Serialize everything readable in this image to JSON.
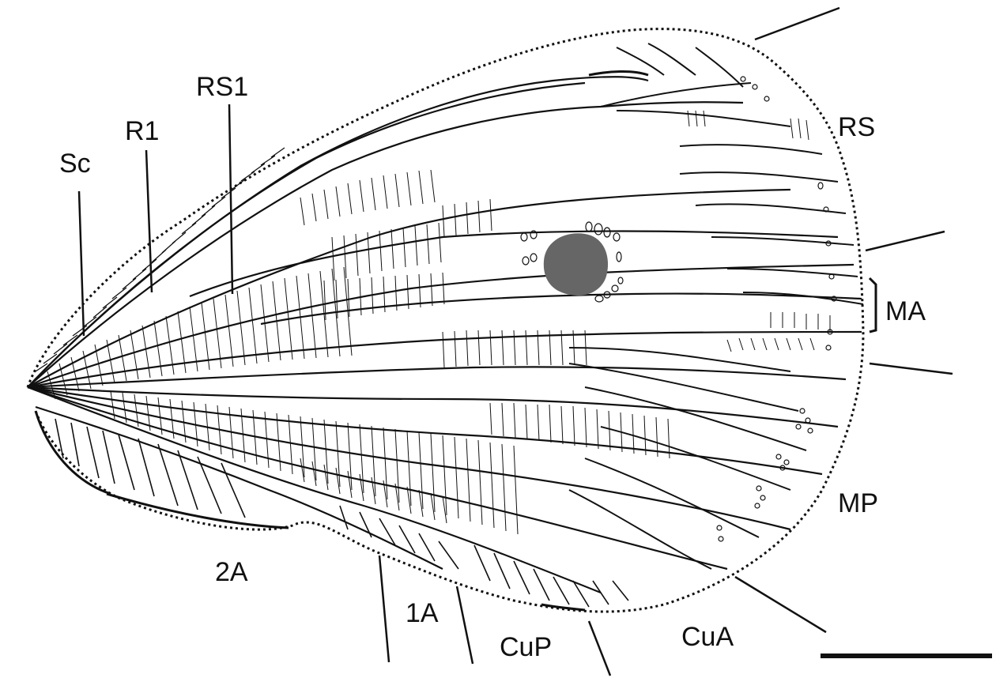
{
  "figure": {
    "labels": {
      "sc": "Sc",
      "r1": "R1",
      "rs1": "RS1",
      "rs": "RS",
      "ma": "MA",
      "mp": "MP",
      "cua": "CuA",
      "cup": "CuP",
      "a1": "1A",
      "a2": "2A"
    },
    "colors": {
      "line": "#111111",
      "spot": "#666666",
      "background": "#ffffff"
    }
  }
}
